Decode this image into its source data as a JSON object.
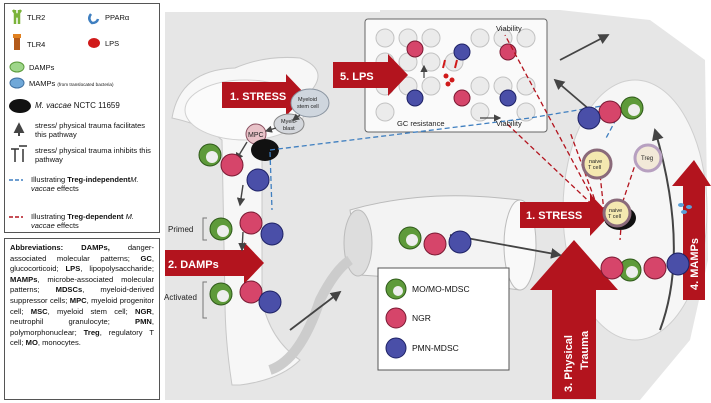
{
  "legend": {
    "tlr2": "TLR2",
    "ppar": "PPARα",
    "tlr4": "TLR4",
    "lps": "LPS",
    "damps": "DAMPs",
    "mamps": "MAMPs",
    "mamps_note": "(from translocated bacteria)",
    "mvaccae_name": "M. vaccae",
    "mvaccae_strain": "NCTC 11659",
    "facilitates": "stress/ physical trauma facilitates this pathway",
    "inhibits": "stress/ physical trauma inhibits this pathway",
    "treg_indep_pre": "Illustrating ",
    "treg_indep_bold": "Treg-independent",
    "treg_indep_post": " effects",
    "treg_dep_pre": "Illustrating ",
    "treg_dep_bold": "Treg-dependent",
    "treg_dep_post": " effects",
    "mvaccae_short": "M. vaccae"
  },
  "abbreviations": [
    {
      "term": "Abbreviations: DAMPs,",
      "def": " danger-associated molecular patterns; "
    },
    {
      "term": "GC",
      "def": ", glucocorticoid; "
    },
    {
      "term": "LPS",
      "def": ", lipopolysaccharide; "
    },
    {
      "term": "MAMPs",
      "def": ", microbe-associated molecular patterns; "
    },
    {
      "term": "MDSCs",
      "def": ", myeloid-derived suppressor cells; "
    },
    {
      "term": "MPC",
      "def": ", myeloid progenitor cell; "
    },
    {
      "term": "MSC",
      "def": ", myeloid stem cell; "
    },
    {
      "term": "NGR",
      "def": ", neutrophil granulocyte; "
    },
    {
      "term": "PMN",
      "def": ", polymorphonuclear; "
    },
    {
      "term": "Treg",
      "def": ", regulatory T cell; "
    },
    {
      "term": "MO",
      "def": ", monocytes."
    }
  ],
  "labels": {
    "stress_top": "1. STRESS",
    "stress_right": "1. STRESS",
    "damps": "2. DAMPs",
    "trauma_line1": "3. Physical",
    "trauma_line2": "Trauma",
    "mamps": "4. MAMPs",
    "lps": "5. LPS",
    "myeloid_stem": "Myeloid",
    "myeloid_stem2": "stem cell",
    "myeloblast1": "Myelo-",
    "myeloblast2": "blast",
    "mpc": "MPC",
    "primed": "Primed",
    "activated": "Activated",
    "gc_resistance": "GC resistance",
    "viability_top": "Viability",
    "viability_bottom": "Viability",
    "naive_t1": "naive",
    "naive_t2": "T cell",
    "treg": "Treg"
  },
  "cell_legend": [
    {
      "label": "MO/MO-MDSC"
    },
    {
      "label": "NGR"
    },
    {
      "label": "PMN-MDSC"
    }
  ],
  "colors": {
    "stress_arrow": "#b3141e",
    "treg_indep_line": "#3f7fc0",
    "treg_dep_line": "#b3141e",
    "mo_cell": "#5e9a3a",
    "ngr_cell": "#d6456a",
    "pmn_cell": "#4a4fa8"
  }
}
